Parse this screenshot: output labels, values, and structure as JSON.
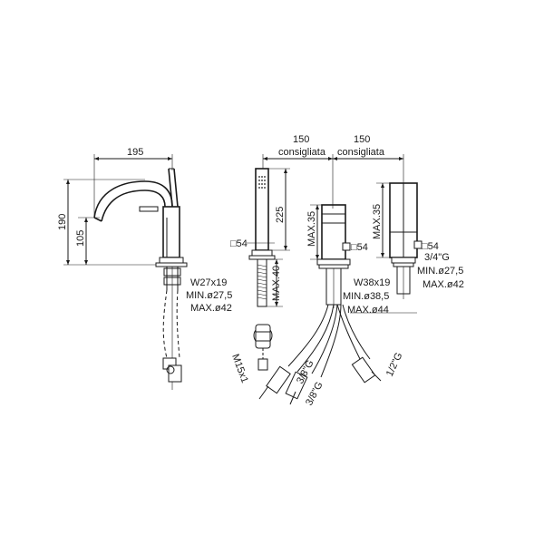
{
  "labels": {
    "width_195": "195",
    "height_190": "190",
    "height_105": "105",
    "dim_150_left": "150",
    "consigliata_left": "consigliata",
    "dim_150_right": "150",
    "consigliata_right": "consigliata",
    "height_225": "225",
    "max35_left": "MAX.35",
    "max35_right": "MAX.35",
    "square54_shower": "□54",
    "square54_spout": "□54",
    "square54_right": "□54",
    "max40": "MAX.40",
    "tap_w": "W27x19",
    "tap_min": "MIN.ø27,5",
    "tap_max": "MAX.ø42",
    "mid_w": "W38x19",
    "mid_min": "MIN.ø38,5",
    "mid_max": "MAX.ø44",
    "right_thread": "3/4\"G",
    "right_min": "MIN.ø27,5",
    "right_max": "MAX.ø42",
    "hose_m15": "M15x1",
    "hose_38g_a": "3/8\"G",
    "hose_38g_b": "3/8\"G",
    "hose_12g": "1/2\"G"
  }
}
